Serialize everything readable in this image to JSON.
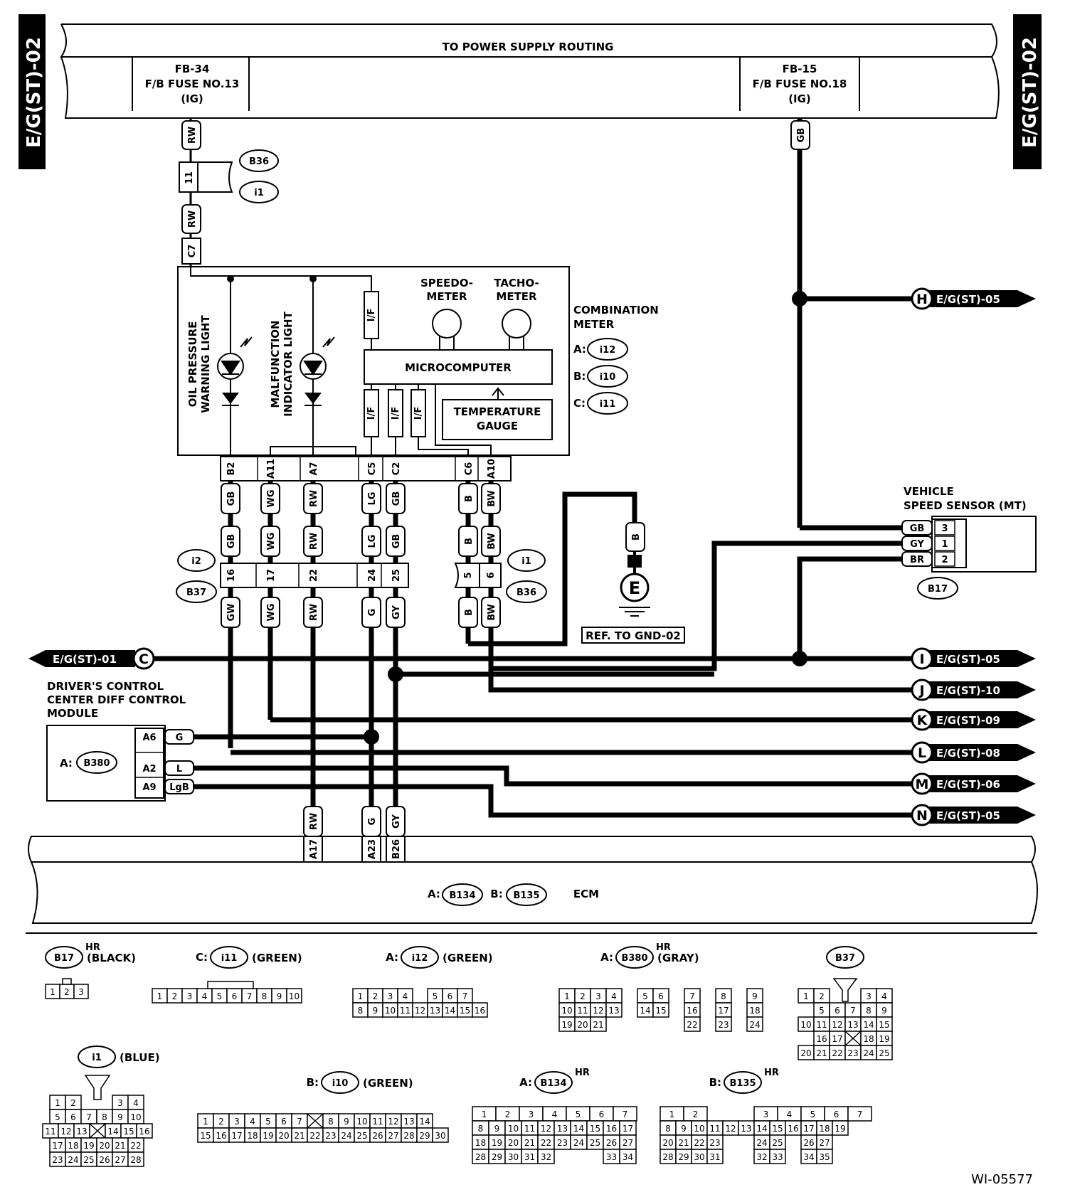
{
  "side_tabs": {
    "left": "E/G(ST)-02",
    "right": "E/G(ST)-02"
  },
  "power_supply": {
    "title": "TO POWER SUPPLY ROUTING",
    "fuse_left": {
      "line1": "FB-34",
      "line2": "F/B FUSE NO.13",
      "line3": "(IG)"
    },
    "fuse_right": {
      "line1": "FB-15",
      "line2": "F/B FUSE NO.18",
      "line3": "(IG)"
    }
  },
  "combination_meter": {
    "title1": "COMBINATION",
    "title2": "METER",
    "speedo1": "SPEEDO-",
    "speedo2": "METER",
    "tacho1": "TACHO-",
    "tacho2": "METER",
    "microcomputer": "MICROCOMPUTER",
    "temp1": "TEMPERATURE",
    "temp2": "GAUGE",
    "oil1": "OIL PRESSURE",
    "oil2": "WARNING LIGHT",
    "mil1": "MALFUNCTION",
    "mil2": "INDICATOR LIGHT",
    "iface": "I/F",
    "conn_a": "A:",
    "conn_a_id": "i12",
    "conn_b": "B:",
    "conn_b_id": "i10",
    "conn_c": "C:",
    "conn_c_id": "i11",
    "pins": [
      "B2",
      "A11",
      "A7",
      "C5",
      "C2",
      "C6",
      "A10"
    ],
    "c7": "C7"
  },
  "wires": {
    "top": [
      "GB",
      "WG",
      "RW",
      "LG",
      "GB",
      "B",
      "BW"
    ],
    "mid": [
      "GB",
      "WG",
      "RW",
      "LG",
      "GB",
      "B",
      "BW"
    ],
    "bottom": [
      "GW",
      "WG",
      "RW",
      "G",
      "GY",
      "B",
      "BW"
    ],
    "rw_top": "RW",
    "gb_right": "GB",
    "ground_b": "B"
  },
  "connectors": {
    "b36": "B36",
    "i1": "i1",
    "i2": "i2",
    "b37": "B37",
    "b17": "B17",
    "i11_pin": "11",
    "b37_pins": [
      "16",
      "17",
      "22",
      "24",
      "25"
    ],
    "b36_pins": [
      "5",
      "6"
    ]
  },
  "ground": {
    "symbol": "E",
    "ref": "REF. TO GND-02"
  },
  "vss": {
    "title1": "VEHICLE",
    "title2": "SPEED SENSOR (MT)",
    "wires": [
      "GB",
      "GY",
      "BR"
    ],
    "pins": [
      "3",
      "1",
      "2"
    ]
  },
  "refs": [
    {
      "letter": "H",
      "text": "E/G(ST)-05"
    },
    {
      "letter": "I",
      "text": "E/G(ST)-05"
    },
    {
      "letter": "J",
      "text": "E/G(ST)-10"
    },
    {
      "letter": "K",
      "text": "E/G(ST)-09"
    },
    {
      "letter": "L",
      "text": "E/G(ST)-08"
    },
    {
      "letter": "M",
      "text": "E/G(ST)-06"
    },
    {
      "letter": "N",
      "text": "E/G(ST)-05"
    }
  ],
  "left_ref": {
    "letter": "C",
    "text": "E/G(ST)-01"
  },
  "dccd": {
    "title1": "DRIVER'S CONTROL",
    "title2": "CENTER DIFF CONTROL",
    "title3": "MODULE",
    "conn_a": "A:",
    "conn_id": "B380",
    "pins": [
      "A6",
      "A2",
      "A9"
    ],
    "wires": [
      "G",
      "L",
      "LgB"
    ]
  },
  "ecm": {
    "name": "ECM",
    "conn_a": "A:",
    "conn_a_id": "B134",
    "conn_b": "B:",
    "conn_b_id": "B135",
    "wires": [
      "RW",
      "G",
      "GY"
    ],
    "pins": [
      "A17",
      "A23",
      "B26"
    ]
  },
  "face_views": {
    "b17": {
      "id": "B17",
      "hr": "HR",
      "note": "(BLACK)",
      "pins": [
        "1",
        "2",
        "3"
      ]
    },
    "i11": {
      "prefix": "C:",
      "id": "i11",
      "note": "(GREEN)",
      "pins": [
        "1",
        "2",
        "3",
        "4",
        "5",
        "6",
        "7",
        "8",
        "9",
        "10"
      ]
    },
    "i12": {
      "prefix": "A:",
      "id": "i12",
      "note": "(GREEN)",
      "row1": [
        "1",
        "2",
        "3",
        "4",
        "",
        "5",
        "6",
        "7"
      ],
      "row2": [
        "8",
        "9",
        "10",
        "11",
        "12",
        "13",
        "14",
        "15",
        "16"
      ]
    },
    "b380": {
      "prefix": "A:",
      "id": "B380",
      "hr": "HR",
      "note": "(GRAY)",
      "row1": [
        "1",
        "2",
        "3",
        "4",
        "",
        "5",
        "6",
        "",
        "7",
        "",
        "8",
        "",
        "9"
      ],
      "row2": [
        "10",
        "11",
        "12",
        "13",
        "",
        "14",
        "15",
        "",
        "16",
        "",
        "17",
        "",
        "18"
      ],
      "row3": [
        "19",
        "20",
        "21",
        "",
        "",
        "",
        "",
        "",
        "22",
        "",
        "23",
        "",
        "24"
      ]
    },
    "b37": {
      "id": "B37",
      "row1": [
        "1",
        "2",
        "",
        "",
        "3",
        "4"
      ],
      "row2": [
        "",
        "5",
        "6",
        "7",
        "8",
        "9"
      ],
      "row3": [
        "10",
        "11",
        "12",
        "13",
        "14",
        "15"
      ],
      "row4": [
        "",
        "16",
        "17",
        "X",
        "18",
        "19"
      ],
      "row5": [
        "20",
        "21",
        "22",
        "23",
        "24",
        "25"
      ]
    },
    "i1": {
      "id": "i1",
      "note": "(BLUE)",
      "row1": [
        "1",
        "2",
        "",
        "",
        "3",
        "4"
      ],
      "row2": [
        "5",
        "6",
        "7",
        "8",
        "9",
        "10"
      ],
      "row3": [
        "11",
        "12",
        "13",
        "X",
        "14",
        "15",
        "16"
      ],
      "row4": [
        "17",
        "18",
        "19",
        "20",
        "21",
        "22"
      ],
      "row5": [
        "23",
        "24",
        "25",
        "26",
        "27",
        "28"
      ]
    },
    "i10": {
      "prefix": "B:",
      "id": "i10",
      "note": "(GREEN)",
      "row1": [
        "1",
        "2",
        "3",
        "4",
        "5",
        "6",
        "7",
        "X",
        "8",
        "9",
        "10",
        "11",
        "12",
        "13",
        "14"
      ],
      "row2": [
        "15",
        "16",
        "17",
        "18",
        "19",
        "20",
        "21",
        "22",
        "23",
        "24",
        "25",
        "26",
        "27",
        "28",
        "29",
        "30"
      ]
    },
    "b134": {
      "prefix": "A:",
      "id": "B134",
      "hr": "HR",
      "row1": [
        "1",
        "2",
        "3",
        "4",
        "5",
        "6",
        "7"
      ],
      "row2": [
        "8",
        "9",
        "10",
        "11",
        "12",
        "13",
        "14",
        "15",
        "16",
        "17"
      ],
      "row3": [
        "18",
        "19",
        "20",
        "21",
        "22",
        "23",
        "24",
        "25",
        "26",
        "27"
      ],
      "row4": [
        "28",
        "29",
        "30",
        "31",
        "32",
        "",
        "",
        "",
        "33",
        "34"
      ]
    },
    "b135": {
      "prefix": "B:",
      "id": "B135",
      "hr": "HR",
      "row1": [
        "1",
        "2",
        "",
        "",
        "3",
        "4",
        "5",
        "6",
        "7"
      ],
      "row2": [
        "8",
        "9",
        "10",
        "11",
        "12",
        "13",
        "14",
        "15",
        "16",
        "17",
        "18",
        "19"
      ],
      "row3": [
        "20",
        "21",
        "22",
        "23",
        "",
        "",
        "24",
        "25",
        "",
        "26",
        "27"
      ],
      "row4": [
        "28",
        "29",
        "30",
        "31",
        "",
        "",
        "32",
        "33",
        "",
        "34",
        "35"
      ]
    }
  },
  "doc_id": "WI-05577"
}
